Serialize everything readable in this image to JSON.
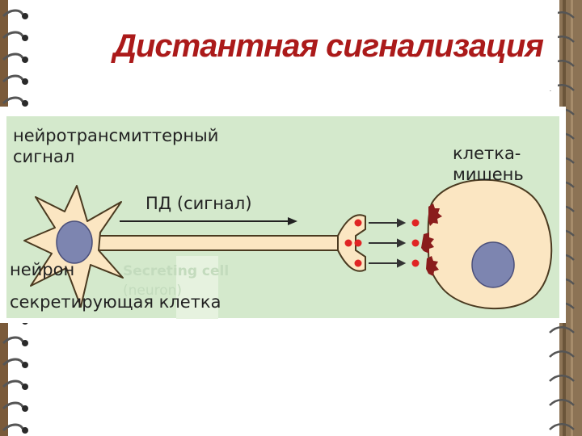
{
  "slide": {
    "title": "Дистантная сигнализация"
  },
  "diagram": {
    "label_signal_type": "нейротрансмиттерный\nсигнал",
    "label_signal_line1": "нейротрансмиттерный",
    "label_signal_line2": "сигнал",
    "label_action_potential": "ПД (сигнал)",
    "label_neuron": "нейрон",
    "label_secreting_cell": "секретирующая клетка",
    "label_target_line1": "клетка-",
    "label_target_line2": "мишень",
    "ghost_text_line1": "Secreting cell",
    "ghost_text_line2": "(neuron)"
  },
  "colors": {
    "title": "#ab1a1a",
    "panel_bg": "#d4e9cc",
    "cell_fill": "#fbe6c2",
    "cell_stroke": "#4a3a20",
    "nucleus": "#7d85b0",
    "vesicle": "#e02424",
    "receptor": "#8a1c1c"
  }
}
